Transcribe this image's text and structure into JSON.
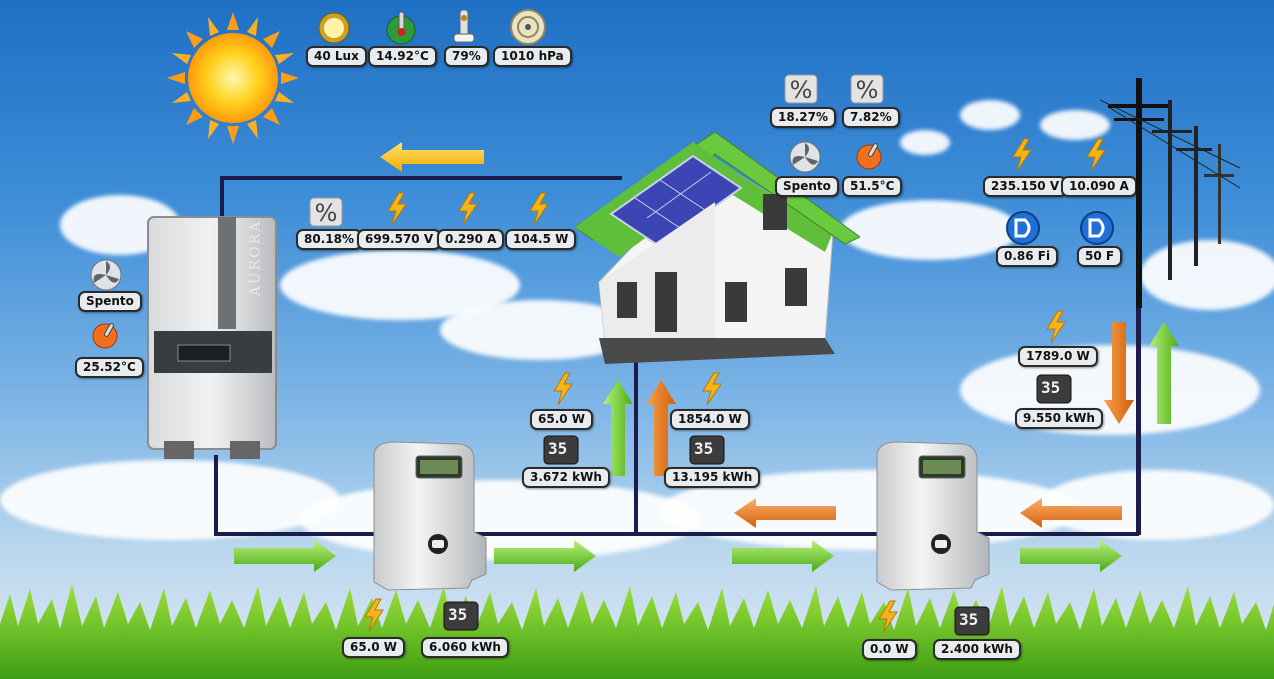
{
  "weather": {
    "lux": "40 Lux",
    "outdoor_temp": "14.92°C",
    "humidity": "79%",
    "pressure": "1010 hPa"
  },
  "inverter": {
    "efficiency": "80.18%",
    "voltage": "699.570 V",
    "current": "0.290 A",
    "power": "104.5 W",
    "fan_status": "Spento",
    "temperature": "25.52°C",
    "brand": "AURORA"
  },
  "house": {
    "pct_a": "18.27%",
    "pct_b": "7.82%",
    "fan_status": "Spento",
    "temperature": "51.5°C"
  },
  "grid": {
    "voltage": "235.150 V",
    "current": "10.090 A",
    "power_factor": "0.86 Fi",
    "frequency": "50 F",
    "power": "1789.0 W",
    "energy": "9.550 kWh"
  },
  "production_meter": {
    "power": "65.0 W",
    "energy": "3.672 kWh",
    "bottom_power": "65.0 W",
    "bottom_energy": "6.060 kWh"
  },
  "consumption": {
    "power": "1854.0 W",
    "energy": "13.195 kWh"
  },
  "exchange_meter": {
    "bottom_power": "0.0 W",
    "bottom_energy": "2.400 kWh"
  },
  "meter_icon_label": "35",
  "colors": {
    "arrow_green": "#6fd12a",
    "arrow_orange": "#e87b1c",
    "arrow_yellow": "#f5c21a",
    "wire": "#1c1c4a"
  }
}
